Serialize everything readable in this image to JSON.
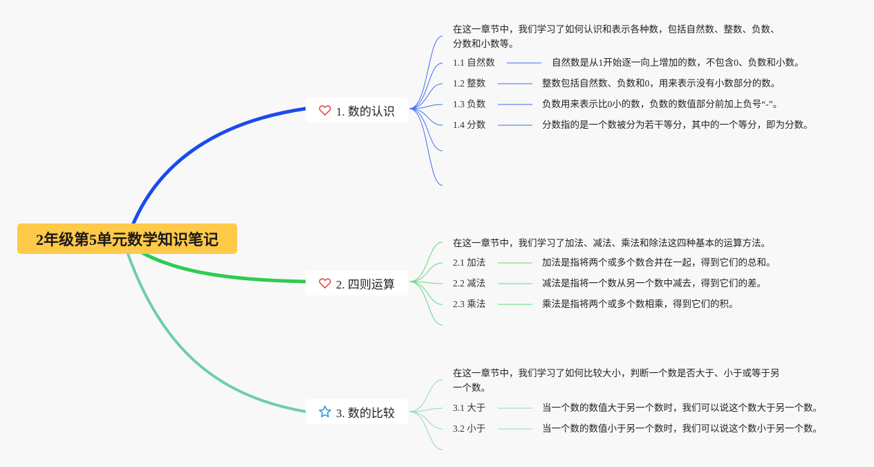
{
  "root": {
    "title": "2年级第5单元数学知识笔记",
    "color": "#ffc94a"
  },
  "branches": [
    {
      "label": "1. 数的认识",
      "icon": "heart-icon",
      "color": "#1a4bef",
      "summary_line1": "在这一章节中，我们学习了如何认识和表示各种数，包括自然数、整数、负数、",
      "summary_line2": "分数和小数等。",
      "items": [
        {
          "label": "1.1 自然数",
          "desc": "自然数是从1开始逐一向上增加的数，不包含0、负数和小数。"
        },
        {
          "label": "1.2 整数",
          "desc": "整数包括自然数、负数和0，用来表示没有小数部分的数。"
        },
        {
          "label": "1.3 负数",
          "desc": "负数用来表示比0小的数，负数的数值部分前加上负号“-”。"
        },
        {
          "label": "1.4 分数",
          "desc": "分数指的是一个数被分为若干等分，其中的一个等分，即为分数。"
        }
      ]
    },
    {
      "label": "2. 四则运算",
      "icon": "heart-icon",
      "color": "#2ecc52",
      "summary_line1": "在这一章节中，我们学习了加法、减法、乘法和除法这四种基本的运算方法。",
      "items": [
        {
          "label": "2.1 加法",
          "desc": "加法是指将两个或多个数合并在一起，得到它们的总和。"
        },
        {
          "label": "2.2 减法",
          "desc": "减法是指将一个数从另一个数中减去，得到它们的差。"
        },
        {
          "label": "2.3 乘法",
          "desc": "乘法是指将两个或多个数相乘，得到它们的积。"
        }
      ]
    },
    {
      "label": "3. 数的比较",
      "icon": "star-icon",
      "color": "#6fcbb5",
      "summary_line1": "在这一章节中，我们学习了如何比较大小，判断一个数是否大于、小于或等于另",
      "summary_line2": "一个数。",
      "items": [
        {
          "label": "3.1 大于",
          "desc": "当一个数的数值大于另一个数时，我们可以说这个数大于另一个数。"
        },
        {
          "label": "3.2 小于",
          "desc": "当一个数的数值小于另一个数时，我们可以说这个数小于另一个数。"
        }
      ]
    }
  ]
}
